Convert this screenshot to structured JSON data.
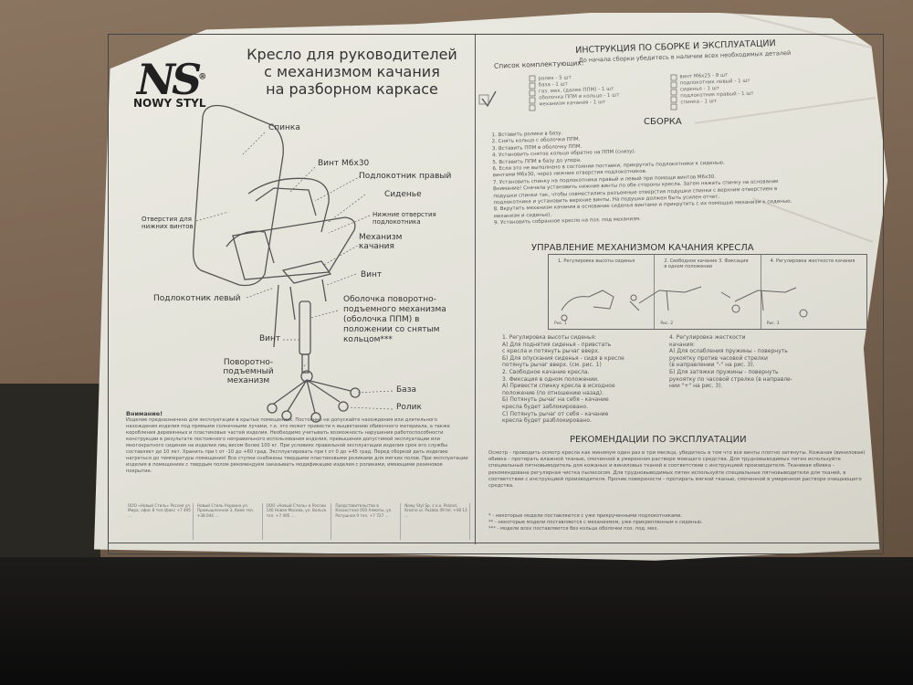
{
  "brand": {
    "mark": "NS",
    "name": "NOWY STYL"
  },
  "left": {
    "title": [
      "Кресло для руководителей",
      "с механизмом качания",
      "на разборном каркасе"
    ],
    "labels": {
      "back": "Спинка",
      "screw_m6": "Винт М6х30",
      "armrest_right": "Подлокотник правый",
      "seat": "Сиденье",
      "armrest_holes": "Нижние отверстия подлокотника",
      "back_holes": "Отверстия для нижних винтов",
      "swing_mech": "Механизм качания",
      "screw1": "Винт",
      "armrest_left": "Подлокотник левый",
      "ppm_cover": "Оболочка поворотно-подъемного механизма (оболочка ППМ) в положении со снятым кольцом***",
      "screw2": "Винт",
      "lift_mech": "Поворотно-подъемный механизм",
      "base": "База",
      "caster": "Ролик"
    },
    "notice_head": "Внимание!",
    "notice_text": "Изделие предназначено для эксплуатации в крытых помещениях. Постоянно не допускайте нахождения или длительного нахождения изделия под прямыми солнечными лучами, т.к. это может привести к выцветанию обивочного материала, а также коробления деревянных и пластиковых частей изделия. Необходимо учитывать возможность нарушения работоспособности конструкции в результате постоянного неправильного использования изделия, превышения допустимой эксплуатации или многократного сидения на изделии лиц весом более 100 кг. При условиях правильной эксплуатации изделия срок его службы составляет до 10 лет. Хранить при t от -10 до +60 град. Эксплуатировать при t от 0 до +45 град. Перед сборкой дать изделию нагреться до температуры помещения! Все ступки снабжены твердыми пластиковыми роликами для мягких полов. При эксплуатации изделия в помещениях с твердым полом рекомендуем заказывать модификацию изделия с роликами, имеющими резиновое покрытие."
  },
  "right": {
    "header": "ИНСТРУКЦИЯ ПО СБОРКЕ И ЭКСПЛУАТАЦИИ",
    "subheader": "До начала сборки убедитесь в наличии всех необходимых деталей",
    "kit_label": "Список комплектующих:",
    "kit_left": [
      "ролик - 5 шт",
      "база - 1 шт",
      "газ. мех. (далее ППМ) - 1 шт",
      "оболочка ППМ и кольцо - 1 шт",
      "механизм качания - 1 шт"
    ],
    "kit_right": [
      "винт М6х25 - 8 шт",
      "подлокотник левый - 1 шт",
      "сиденье - 1 шт",
      "подлокотник правый - 1 шт",
      "спинка - 1 шт"
    ],
    "assembly_title": "СБОРКА",
    "assembly_steps": [
      "1. Вставить ролики в базу.",
      "2. Снять кольцо с оболочки ППМ.",
      "3. Вставить ППМ в оболочку ППМ.",
      "4. Установить снятое кольцо обратно на ППМ (снизу).",
      "5. Вставить ППМ в базу до упора.",
      "6. Если это не выполнено в состоянии поставки, прикрутить подлокотники к сиденью.",
      "винтами М6х30, через нижние отверстия подлокотников.",
      "7. Установить спинку на подлокотники правый и левый при помощи винтов М6х30.",
      "Внимание! Сначала установить нижние винты по обе стороны кресла. Затем нажать спинку на основание",
      "подушки спинки так, чтобы совместились разъемные отверстия подушки спинки с верхним отверстием в",
      "подлокотнике и установить верхние винты. На подушке должен быть усилен отчет.",
      "8. Вкрутить механизм качания в основание сиденья винтами и прикрутить с их помощью механизм к сиденью.",
      "механизм и сиденье).",
      "9. Установить собранное кресло на поз. под механизм."
    ],
    "mech_title": "УПРАВЛЕНИЕ МЕХАНИЗМОМ КАЧАНИЯ КРЕСЛА",
    "mech_cells": [
      {
        "caption": "1. Регулировка высоты сиденья",
        "fig": "Рис. 1"
      },
      {
        "caption": "2. Свободное качание 3. Фиксация в одном положении",
        "fig": "Рис. 2"
      },
      {
        "caption": "4. Регулировка жесткости качания",
        "fig": "Рис. 3"
      }
    ],
    "adjust_left": [
      "1. Регулировка высоты сиденья:",
      "А) Для поднятия сиденья - привстать",
      "с кресла и потянуть рычаг вверх.",
      "Б) Для опускания сиденья - сидя в кресле",
      "потянуть рычаг вверх. (см. рис. 1)",
      "2. Свободное качание кресла.",
      "3. Фиксация в одном положении.",
      "А) Привести спинку кресла в исходное",
      "положение (по отношению назад).",
      "Б) Потянуть рычаг на себя - качание",
      "кресла будет заблокировано.",
      "С) Потянуть рычаг от себя - качание",
      "кресла будет разблокировано."
    ],
    "adjust_right": [
      "4. Регулировка жесткости",
      "качания:",
      "А) Для ослабления пружины - повернуть",
      "рукоятку против часовой стрелки",
      "(в направлении \"-\" на рис. 3).",
      "Б) Для затяжки пружины - повернуть",
      "рукоятку по часовой стрелке (в направле-",
      "нии \"+\" на рис. 3)."
    ],
    "rec_title": "РЕКОМЕНДАЦИИ ПО ЭКСПЛУАТАЦИИ",
    "rec_text": "Осмотр - проводить осмотр кресла как минимум один раз в три месяца, убедитесь в том что все винты плотно затянуты. Кожаная (виниловая) обивка - протирать влажной тканью, смоченной в умеренном растворе моющего средства. Для трудновыводимых пятен используйте специальный пятновыводитель для кожаных и виниловых тканей в соответствии с инструкцией производителя. Тканевая обивка - рекомендована регулярная чистка пылесосом. Для трудновыводимых пятен используйте специальные пятновыводители для тканей, в соответствии с инструкцией производителя. Прочие поверхности - протирать мягкой тканью, смоченной в умеренном растворе очищающего средства.",
    "footnotes": [
      "* - некоторые модели поставляются с уже прикрученными подлокотниками.",
      "** - некоторые модели поставляются с механизмом, уже прикрепленным к сиденью.",
      "*** - модели всех поставляются без кольца оболочки поз. под. мех."
    ]
  },
  "footer_cells": [
    "ООО «Новый Стиль» Россия ул. Мира, офис 8 тел./факс +7 495 ...",
    "Новый Стиль Украина ул. Промышленная 3, Киев тел. +38 044 ...",
    "ООО «Новый Стиль» в России 140 Новая Москва, ул. Вольск тел. +7 495 ...",
    "Представительство в Казахстане 050 Алматы, ул. Ратушная 9 тел. +7 727 ...",
    "Nowy Styl Sp. z o.o. Poland, Krosno ul. Pużaka 49 tel. +48 13 ..."
  ]
}
